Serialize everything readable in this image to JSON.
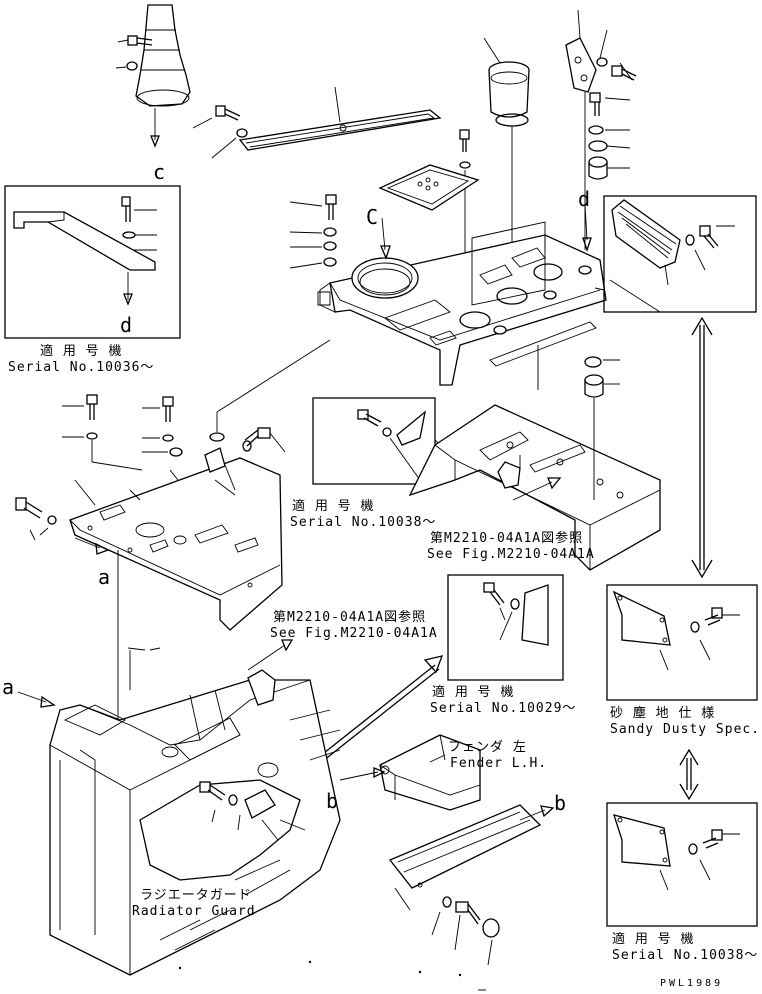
{
  "callouts": {
    "c_top": "c",
    "c_main": "C",
    "d_box": "d",
    "d_main": "d",
    "a_mid": "a",
    "a_left": "a",
    "b_mid": "b",
    "b_right": "b"
  },
  "notes": {
    "serial_10036_jp": "適 用 号 機",
    "serial_10036_en": "Serial No.10036～",
    "serial_10038_jp": "適 用 号 機",
    "serial_10038_en": "Serial No.10038～",
    "fig_ref1_jp": "第M2210-04A1A図参照",
    "fig_ref1_en": "See Fig.M2210-04A1A",
    "fig_ref2_jp": "第M2210-04A1A図参照",
    "fig_ref2_en": "See Fig.M2210-04A1A",
    "serial_10029_jp": "適 用 号 機",
    "serial_10029_en": "Serial No.10029～",
    "fender_jp": "フェンダ 左",
    "fender_en": "Fender L.H.",
    "sandy_jp": "砂 塵 地 仕 様",
    "sandy_en": "Sandy Dusty Spec.",
    "radiator_jp": "ラジエータガード",
    "radiator_en": "Radiator Guard",
    "serial_10038b_jp": "適 用 号 機",
    "serial_10038b_en": "Serial No.10038～",
    "drawing_code": "PWL1989"
  }
}
